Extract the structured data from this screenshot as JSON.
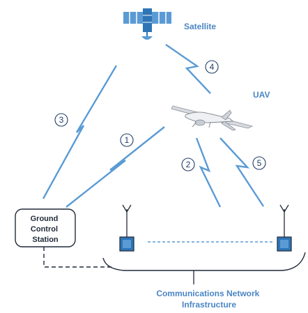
{
  "labels": {
    "satellite": "Satellite",
    "uav": "UAV",
    "ground_station": [
      "Ground",
      "Control",
      "Station"
    ],
    "network": [
      "Communications Network",
      "Infrastructure"
    ]
  },
  "links": {
    "l1": "1",
    "l2": "2",
    "l3": "3",
    "l4": "4",
    "l5": "5"
  },
  "colors": {
    "link_blue": "#5a9bd5",
    "label_blue": "#4a86c5",
    "tower_fill": "#2e75b6",
    "ink": "#1f2a38"
  },
  "icons": {
    "satellite": "satellite-icon",
    "uav": "drone-icon",
    "tower": "antenna-tower-icon"
  }
}
